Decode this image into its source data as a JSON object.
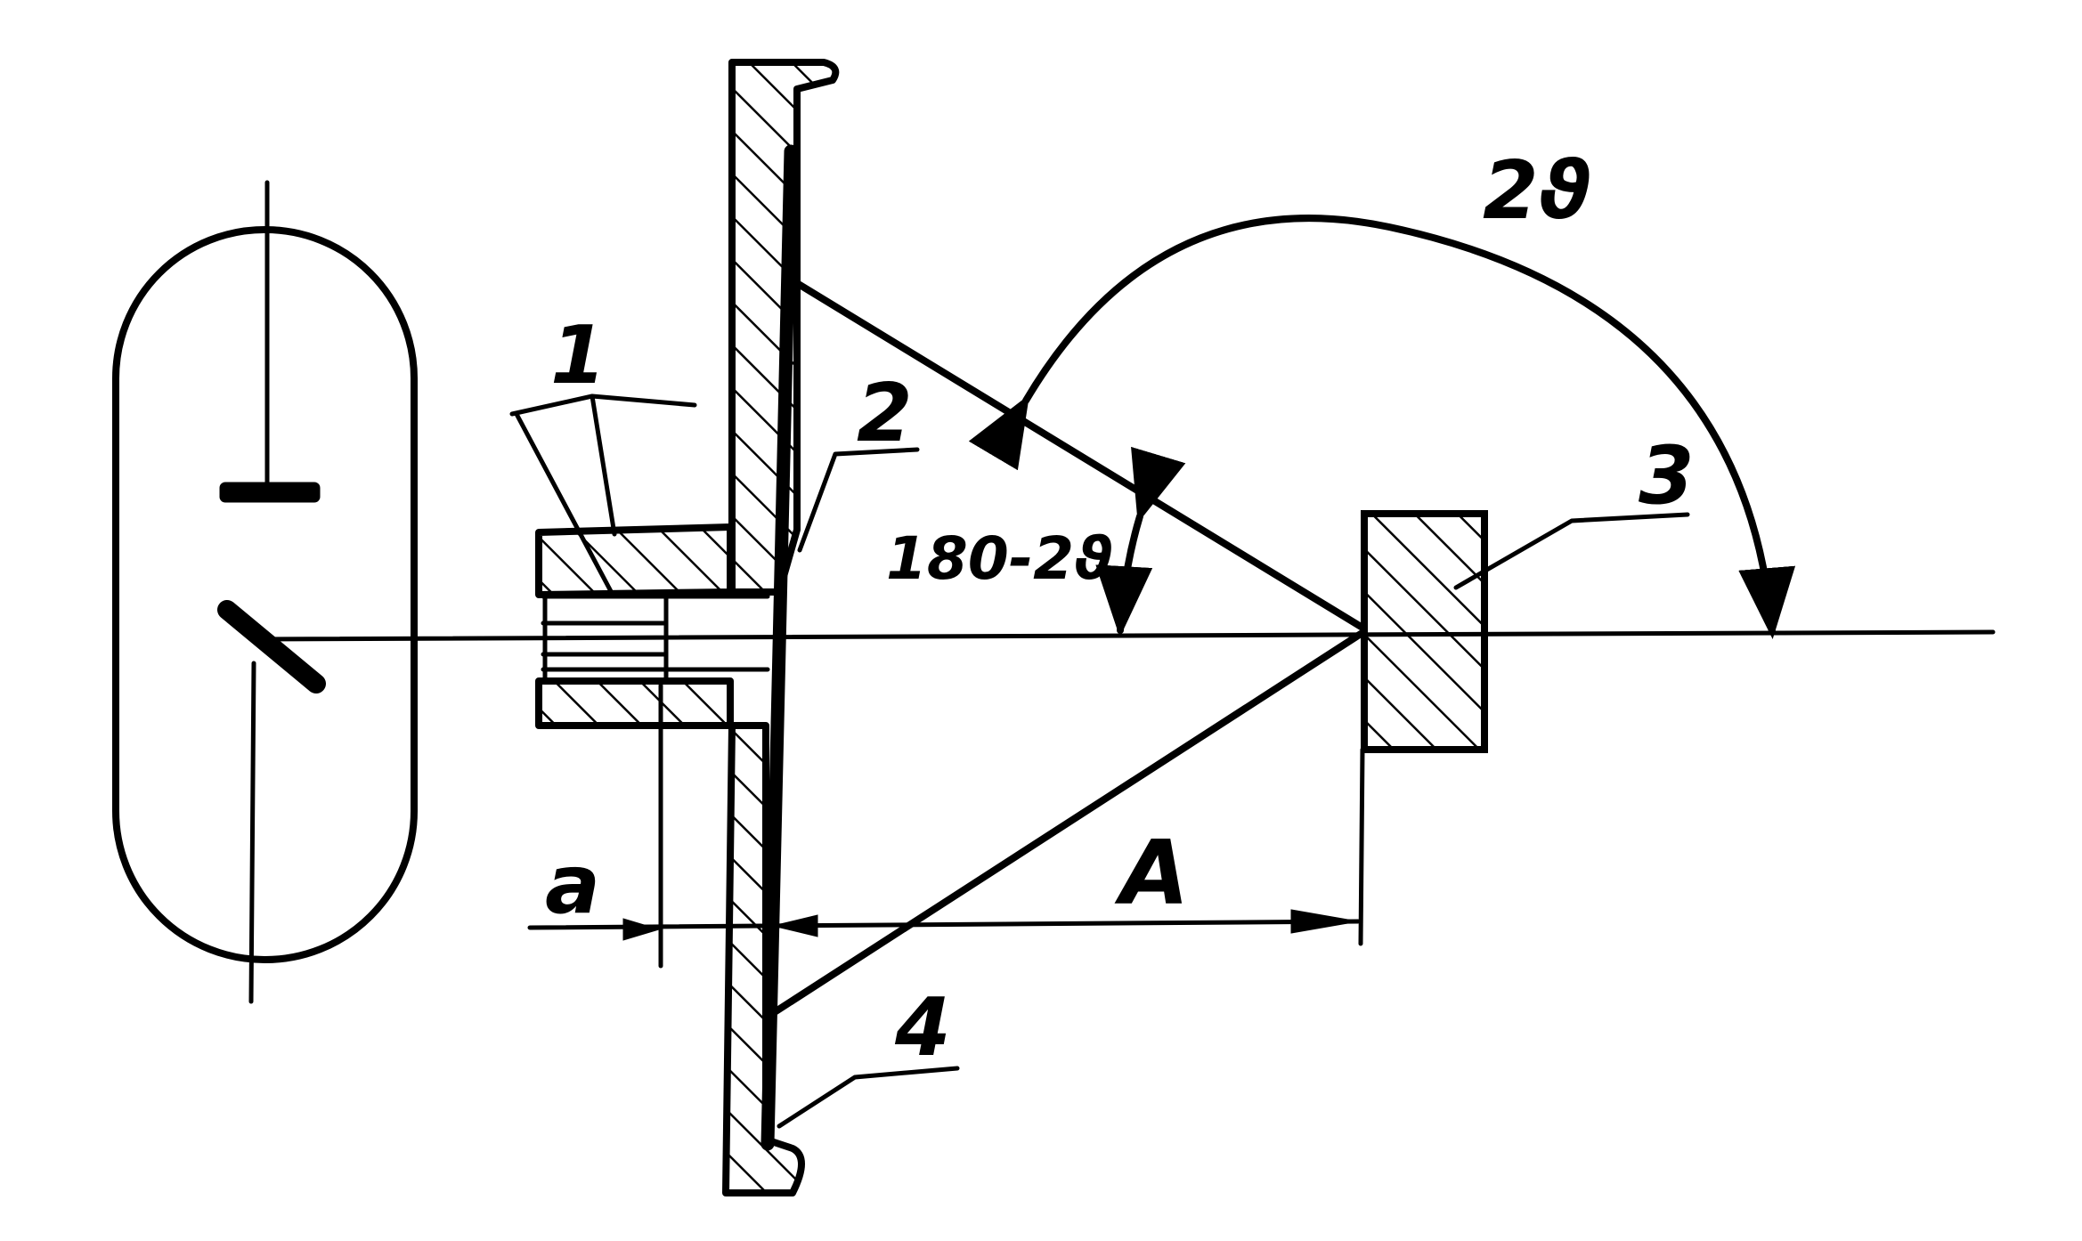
{
  "diagram": {
    "labels": {
      "part_1": "1",
      "part_2": "2",
      "part_3": "3",
      "part_4": "4",
      "angle_2theta": "2ϑ",
      "angle_180_minus_2theta": "180-2ϑ",
      "dim_small": "a",
      "dim_large": "A"
    },
    "colors": {
      "ink": "#000000",
      "paper": "#ffffff"
    }
  }
}
